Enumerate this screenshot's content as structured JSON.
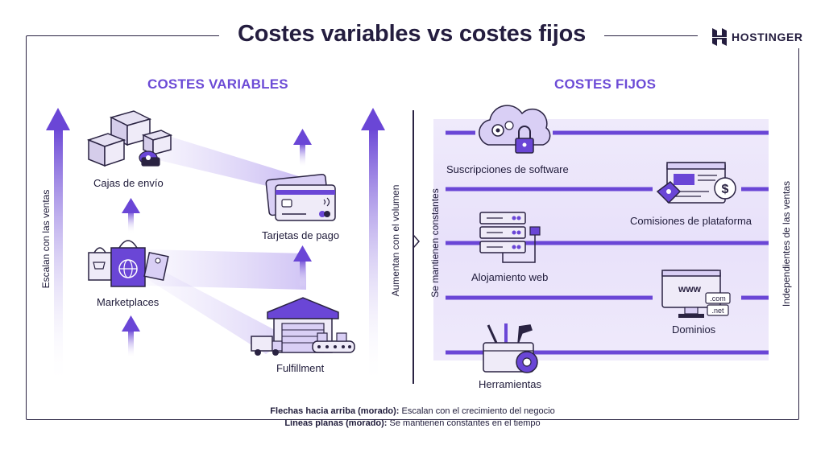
{
  "title": "Costes variables vs costes fijos",
  "brand": {
    "name": "HOSTINGER",
    "icon": "hostinger-logo-icon"
  },
  "colors": {
    "accent": "#6c4bd6",
    "accent_light": "#e9e3fb",
    "dark": "#241d3f"
  },
  "variable": {
    "heading": "COSTES VARIABLES",
    "left_axis_label": "Escalan con las ventas",
    "right_axis_label": "Aumentan con el volumen",
    "items": [
      {
        "label": "Cajas de envío",
        "icon": "shipping-boxes-icon"
      },
      {
        "label": "Tarjetas de pago",
        "icon": "payment-card-icon"
      },
      {
        "label": "Marketplaces",
        "icon": "shopping-bags-icon"
      },
      {
        "label": "Fulfillment",
        "icon": "warehouse-icon"
      }
    ]
  },
  "fixed": {
    "heading": "COSTES FIJOS",
    "left_axis_label": "Se mantienen constantes",
    "right_axis_label": "Independientes de las ventas",
    "items": [
      {
        "label": "Suscripciones de software",
        "icon": "cloud-lock-icon"
      },
      {
        "label": "Comisiones de plataforma",
        "icon": "browser-dollar-icon"
      },
      {
        "label": "Alojamiento web",
        "icon": "server-icon"
      },
      {
        "label": "Dominios",
        "icon": "monitor-www-icon",
        "badges": [
          "www",
          ".com",
          ".net"
        ]
      },
      {
        "label": "Herramientas",
        "icon": "toolbox-icon"
      }
    ]
  },
  "legend": {
    "line1_bold": "Flechas hacia arriba (morado):",
    "line1_text": " Escalan con el crecimiento del negocio",
    "line2_bold": "Líneas planas (morado):",
    "line2_text": " Se mantienen constantes en el tiempo"
  }
}
